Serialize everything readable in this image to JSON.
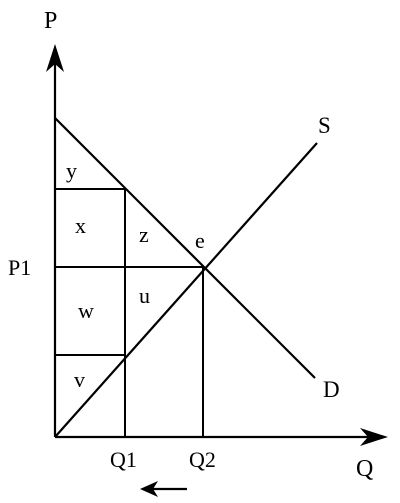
{
  "axes": {
    "price_label": "P",
    "quantity_label": "Q"
  },
  "curves": {
    "supply_label": "S",
    "demand_label": "D",
    "equilibrium_label": "e"
  },
  "ticks": {
    "p1": "P1",
    "q1": "Q1",
    "q2": "Q2"
  },
  "areas": {
    "y": "y",
    "x": "x",
    "z": "z",
    "w": "w",
    "u": "u",
    "v": "v"
  },
  "annotation": {
    "direction_arrow": "left-arrow-icon"
  },
  "colors": {
    "ink": "#000000",
    "background": "#ffffff"
  }
}
